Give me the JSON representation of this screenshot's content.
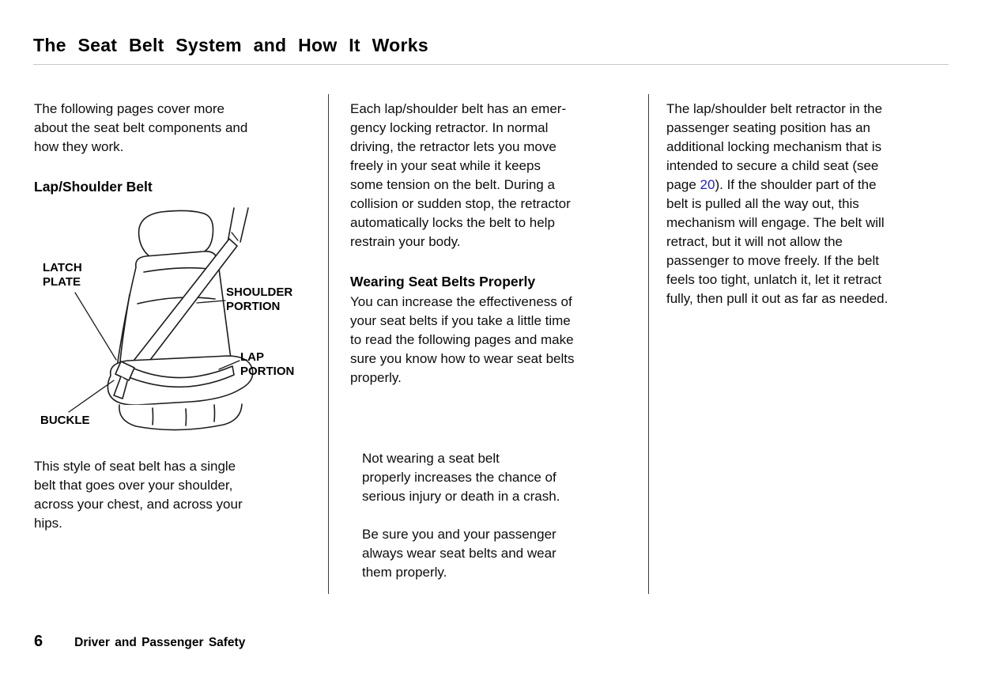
{
  "page": {
    "title": "The Seat Belt System and How It Works",
    "footer_page_number": "6",
    "footer_section": "Driver and Passenger Safety"
  },
  "left_column": {
    "intro": "The following pages cover more\nabout the seat belt components and\nhow they work.",
    "heading": "Lap/Shoulder Belt",
    "labels": {
      "latch_plate": "LATCH\nPLATE",
      "shoulder_portion": "SHOULDER\nPORTION",
      "lap_portion": "LAP\nPORTION",
      "buckle": "BUCKLE"
    },
    "caption": "This style of seat belt has a single\nbelt that goes over your shoulder,\nacross your chest, and across your\nhips."
  },
  "middle_column": {
    "para1": "Each lap/shoulder belt has an emer-\ngency locking retractor. In normal\ndriving, the retractor lets you move\nfreely in your seat while it keeps\nsome tension on the belt. During a\ncollision or sudden stop, the retractor\nautomatically locks the belt to help\nrestrain your body.",
    "heading": "Wearing Seat Belts Properly",
    "para2": "You can increase the effectiveness of\nyour seat belts if you take a little time\nto read the following pages and make\nsure you know how to wear seat belts\nproperly.",
    "note1": "Not wearing a seat belt\nproperly increases the chance of\nserious injury or death in a crash.",
    "note2": "Be sure you and your passenger\nalways wear seat belts and wear\nthem properly."
  },
  "right_column": {
    "para_before_link": "The lap/shoulder belt retractor in the\npassenger seating position has an\nadditional locking mechanism that is\nintended to secure a child seat (see\npage ",
    "link_text": "20",
    "para_after_link": "). If the shoulder part of the\nbelt is pulled all the way out, this\nmechanism will engage. The belt will\nretract, but it will not allow the\npassenger to move freely. If the belt\nfeels too tight, unlatch it, let it retract\nfully, then pull it out as far as needed.",
    "link_color": "#2222cc"
  }
}
